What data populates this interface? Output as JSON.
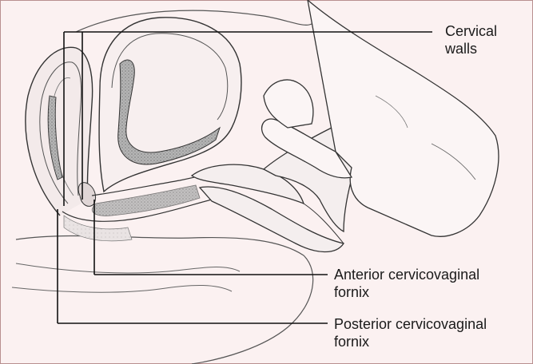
{
  "labels": {
    "cervical_walls": {
      "line1": "Cervical",
      "line2": "walls"
    },
    "anterior_fornix": {
      "line1": "Anterior cervicovaginal",
      "line2": "fornix"
    },
    "posterior_fornix": {
      "line1": "Posterior cervicovaginal",
      "line2": "fornix"
    }
  },
  "colors": {
    "background": "#fbf1f1",
    "border": "#b88f8f",
    "ink": "#2a2a2a",
    "shading": "#9a9a9a"
  }
}
